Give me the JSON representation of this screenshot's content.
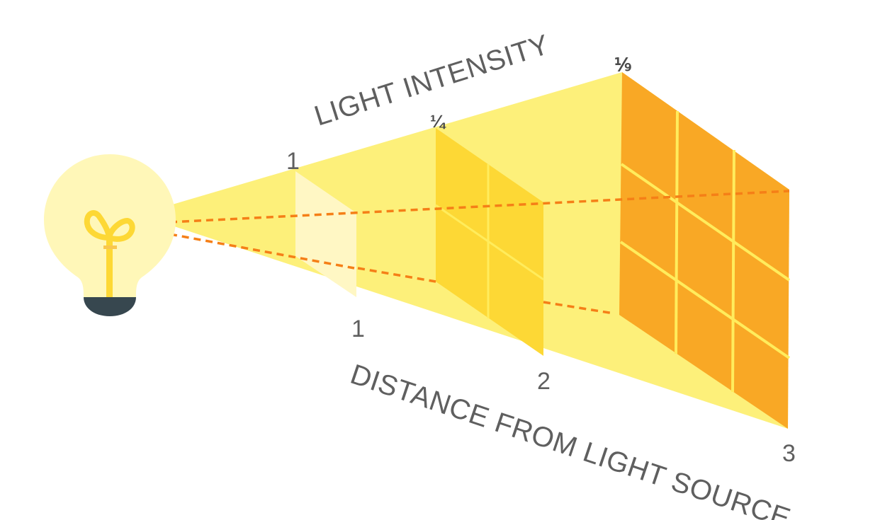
{
  "diagram": {
    "title_top": "LIGHT INTENSITY",
    "title_bottom": "DISTANCE FROM LIGHT SOURCE",
    "intensity_labels": [
      "1",
      "¼",
      "⅑"
    ],
    "distance_labels": [
      "1",
      "2",
      "3"
    ]
  },
  "colors": {
    "beam": "#fdf07a",
    "panel_1": "#fff7c4",
    "panel_2": "#fdd835",
    "panel_3": "#f9a825",
    "grid_line": "#ffec5c",
    "ray": "#f57f17",
    "bulb_glow": "#fff7b8",
    "bulb_filament": "#fdd835",
    "bulb_base": "#37474f",
    "label": "#5f5f5f"
  }
}
